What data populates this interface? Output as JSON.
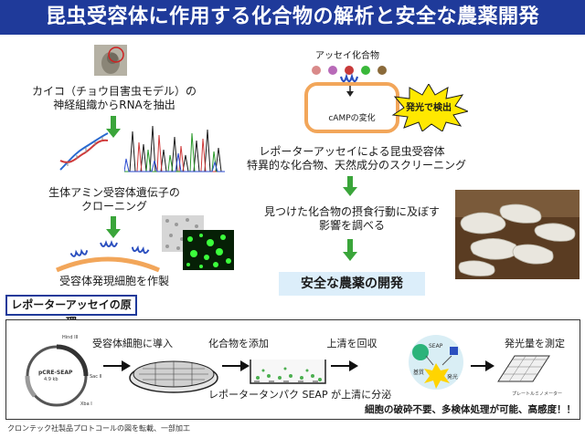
{
  "title": "昆虫受容体に作用する化合物の解析と安全な農薬開発",
  "left_flow": {
    "step1": "カイコ（チョウ目害虫モデル）の",
    "step1b": "神経組織からRNAを抽出",
    "step2": "生体アミン受容体遺伝子の",
    "step2b": "クローニング",
    "step3": "受容体発現細胞を作製"
  },
  "right_flow": {
    "compound_label": "アッセイ化合物",
    "camp_label": "cAMPの変化",
    "burst_label": "発光で検出",
    "step1": "レポーターアッセイによる昆虫受容体",
    "step1b": "特異的な化合物、天然成分のスクリーニング",
    "step2": "見つけた化合物の摂食行動に及ぼす",
    "step2b": "影響を調べる",
    "conclusion": "安全な農薬の開発"
  },
  "principle_label": "レポーターアッセイの原理",
  "bottom": {
    "plasmid_name": "pCRE-SEAP",
    "plasmid_size": "4.9 kb",
    "site_top": "Hind III",
    "site_right": "Sac II",
    "site_bottom": "Xba I",
    "label1": "受容体細胞に導入",
    "label2": "化合物を添加",
    "label3": "上清を回収",
    "label4": "発光量を測定",
    "caption_mid": "レポータータンパク SEAP が上清に分泌",
    "seap_label": "SEAP",
    "substrate_label": "基質",
    "luminescence_label": "発光",
    "reader_label": "プレートルミノメーター",
    "caption_bold": "細胞の破砕不要、多検体処理が可能、高感度！！"
  },
  "footer": "クロンテック社製品プロトコールの図を転載、一部加工",
  "colors": {
    "banner": "#1f3a9a",
    "arrow_green": "#3aa53a",
    "receptor_blue": "#2b4fbf",
    "membrane_orange": "#f2a65a",
    "burst_yellow": "#ffe800",
    "conclusion_bg": "#dceefa"
  },
  "compound_dot_colors": [
    "#d98a8a",
    "#b86ab8",
    "#c83a3a",
    "#3ab83a",
    "#8a6a3a"
  ]
}
